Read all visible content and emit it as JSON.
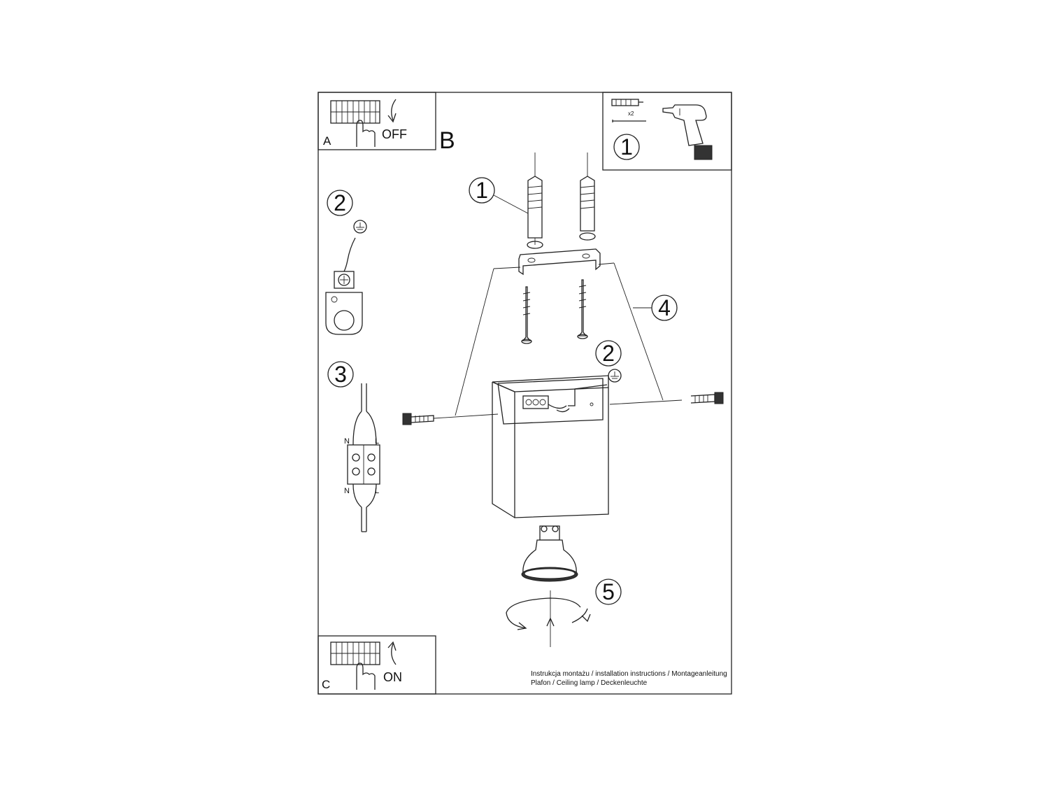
{
  "panel_a": {
    "letter": "A",
    "action": "OFF"
  },
  "panel_c": {
    "letter": "C",
    "action": "ON"
  },
  "panel_b": {
    "letter": "B"
  },
  "tools": {
    "step": "1",
    "quantity": "x2"
  },
  "steps": {
    "anchors": "1",
    "earth": "2",
    "connector": "3",
    "bracket": "4",
    "bulb": "5"
  },
  "terminal": {
    "n_top": "N",
    "l_top": "L",
    "n_bottom": "N",
    "l_bottom": "L"
  },
  "caption": {
    "line1": "Instrukcja montażu / installation instructions / Montageanleitung",
    "line2": "Plafon / Ceiling lamp / Deckenleuchte"
  },
  "icons": [
    "breaker-icon",
    "hand-icon",
    "drill-icon",
    "wall-plug-icon",
    "screw-icon",
    "earth-symbol-icon",
    "lamp-box-icon",
    "gu10-bulb-icon",
    "rotate-arrow-icon"
  ]
}
